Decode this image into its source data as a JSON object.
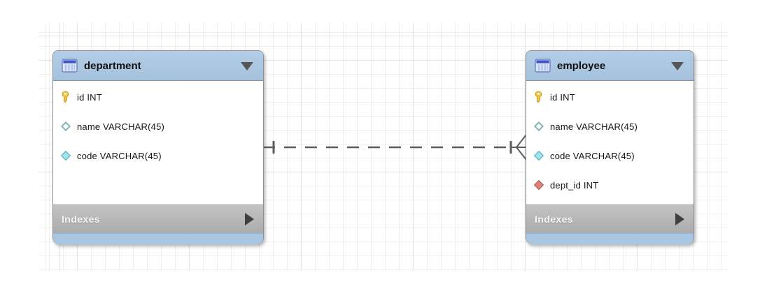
{
  "canvas": {
    "background": "#ffffff",
    "grid_minor_color": "#efefef",
    "grid_major_color": "#e3e3e3"
  },
  "tables": [
    {
      "title": "department",
      "header_icon": "table-icon",
      "collapse_icon": "triangle-down-icon",
      "fields": [
        {
          "label": "id INT",
          "icon": "key-icon"
        },
        {
          "label": "name VARCHAR(45)",
          "icon": "hollow-diamond-icon"
        },
        {
          "label": "code VARCHAR(45)",
          "icon": "cyan-diamond-icon"
        }
      ],
      "footer": {
        "label": "Indexes",
        "icon": "triangle-right-icon"
      }
    },
    {
      "title": "employee",
      "header_icon": "table-icon",
      "collapse_icon": "triangle-down-icon",
      "fields": [
        {
          "label": "id INT",
          "icon": "key-icon"
        },
        {
          "label": "name VARCHAR(45)",
          "icon": "hollow-diamond-icon"
        },
        {
          "label": "code VARCHAR(45)",
          "icon": "cyan-diamond-icon"
        },
        {
          "label": "dept_id INT",
          "icon": "red-diamond-icon"
        }
      ],
      "footer": {
        "label": "Indexes",
        "icon": "triangle-right-icon"
      }
    }
  ],
  "relationship": {
    "from_table": "department",
    "to_table": "employee",
    "line_style": "dashed",
    "from_cardinality_symbol": "one (single bar)",
    "to_cardinality_symbol": "many (bar + crow's foot)",
    "line_color": "#5c5c5c"
  },
  "colors": {
    "table_header_blue": "#abc7e1",
    "table_footer_gray": "#b5b5b5",
    "table_bottom_strip_blue": "#a9c7e3",
    "key_yellow": "#f2c744",
    "cyan_diamond": "#9be4ec",
    "red_diamond": "#dd8379",
    "hollow_diamond_border": "#84b5b5",
    "footer_text_color": "#f7f7f7"
  }
}
